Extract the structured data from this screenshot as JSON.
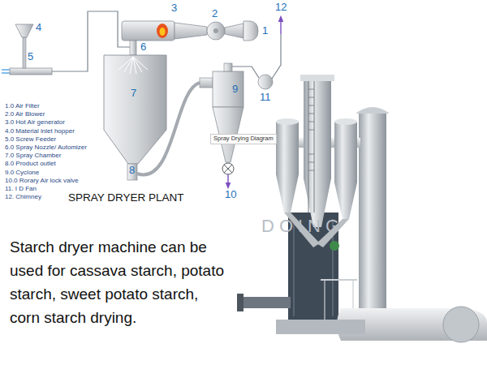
{
  "diagram": {
    "title": "SPRAY DRYER PLANT",
    "caption": "Starch dryer machine can be used for cassava starch, potato starch, sweet potato starch, corn starch drying.",
    "labels": [
      "4",
      "5",
      "3",
      "2",
      "1",
      "12",
      "6",
      "7",
      "11",
      "9",
      "8",
      "10",
      "Spray Drying Diagram",
      "1.0 Air Filter",
      "2.0 Air Blower",
      "3.0 Hot Air generator",
      "4.0 Material inlet hopper",
      "5.0 Screw Feeder",
      "6.0 Spray Nozzle/ Automizer",
      "7.0 Spray Chamber",
      "8.0 Product outlet",
      "9.0 Cyclone",
      "10.0 Rorary Air lock valve",
      "11. I D Fan",
      "12. Chimney",
      "DOING"
    ]
  }
}
